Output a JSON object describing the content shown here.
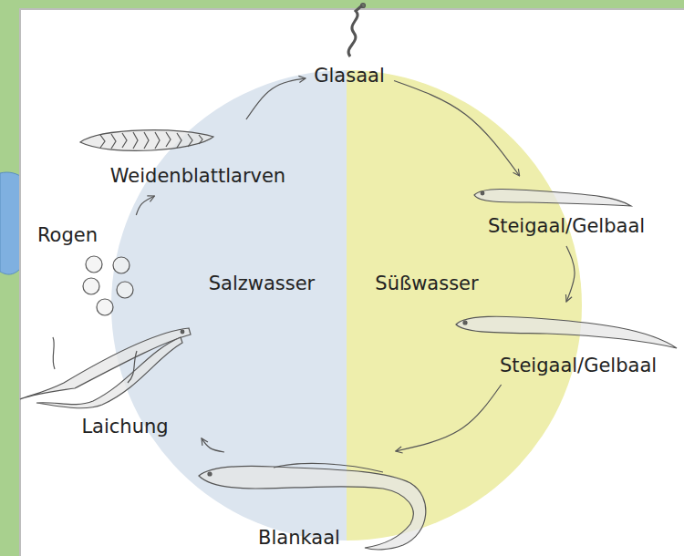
{
  "diagram": {
    "nodes": [
      {
        "text": [
          "Salzwasser"
        ]
      },
      {
        "text": [
          "Süßwasser"
        ]
      },
      {
        "text": [
          "Glasaal"
        ]
      },
      {
        "text": [
          "Steigaal/Gelbaal"
        ]
      },
      {
        "text": [
          "Steigaal/Gelbaal"
        ]
      },
      {
        "text": [
          "Blankaal"
        ]
      },
      {
        "text": [
          "Laichung"
        ]
      },
      {
        "text": [
          "Rogen"
        ]
      },
      {
        "text": [
          "Weidenblattlarven"
        ]
      }
    ],
    "edges": [
      {
        "from": 2,
        "to": 3,
        "arrow": "to"
      },
      {
        "from": 3,
        "to": 4,
        "arrow": "to"
      },
      {
        "from": 4,
        "to": 5,
        "arrow": "to"
      },
      {
        "from": 5,
        "to": 6,
        "arrow": "to"
      },
      {
        "from": 7,
        "to": 8,
        "arrow": "to"
      },
      {
        "from": 8,
        "to": 2,
        "arrow": "to"
      }
    ]
  }
}
